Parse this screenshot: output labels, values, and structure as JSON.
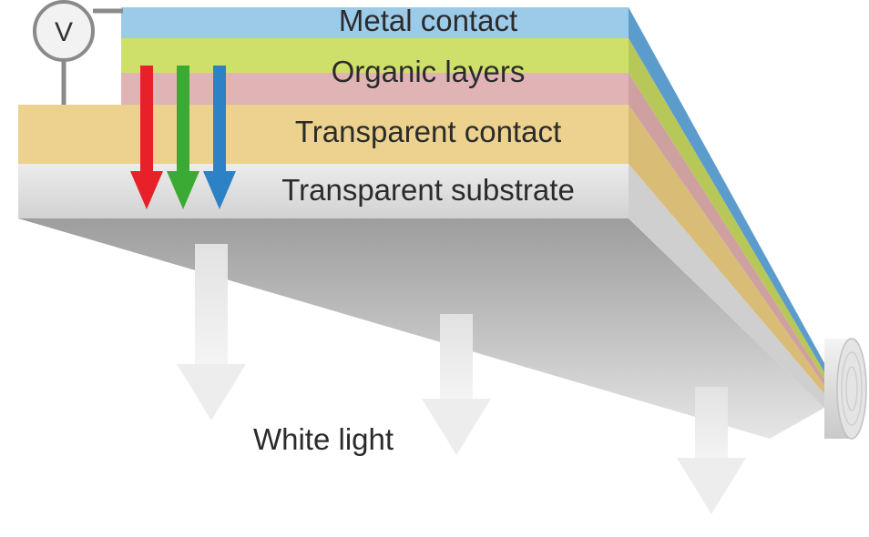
{
  "voltmeter": {
    "symbol": "V"
  },
  "layers": {
    "metal_contact": "Metal contact",
    "organic_layers": "Organic layers",
    "transparent_contact": "Transparent contact",
    "transparent_substrate": "Transparent substrate"
  },
  "output": {
    "label": "White light"
  },
  "colors": {
    "metal_contact": "#9ccbea",
    "organic_top": "#cfe06a",
    "organic_bottom": "#e0b4b4",
    "transparent_contact": "#ecd18f",
    "transparent_substrate": "#dddddd",
    "arrow_red": "#e8202a",
    "arrow_green": "#3aaa35",
    "arrow_blue": "#2c82c4",
    "light_arrow": "#ededed"
  }
}
